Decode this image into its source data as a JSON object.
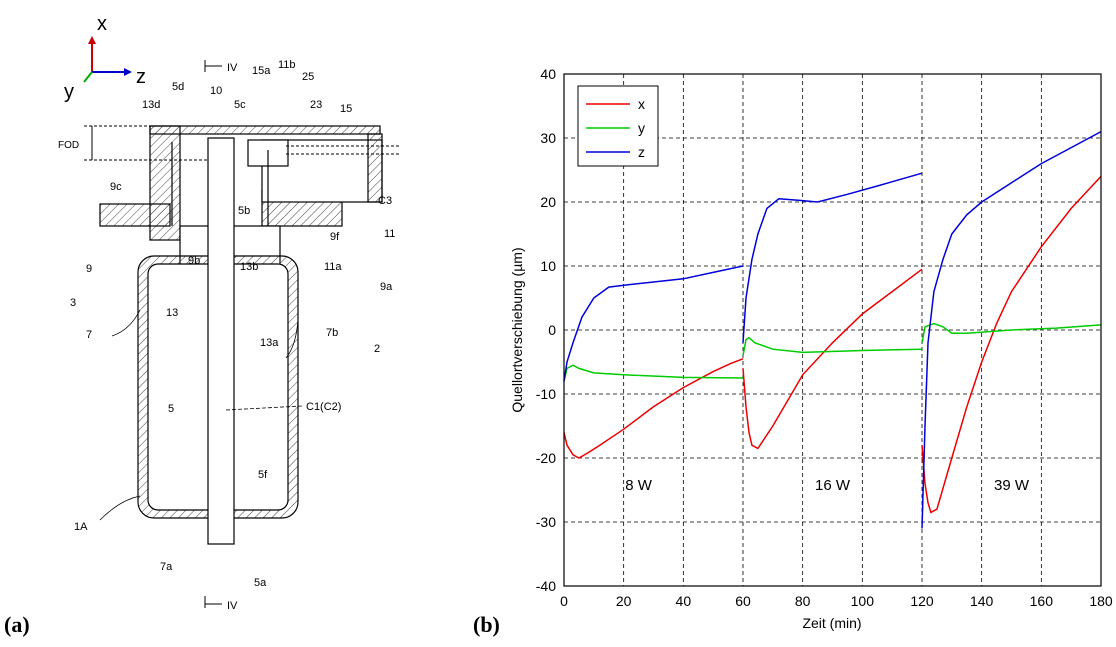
{
  "figure_a": {
    "panel_label": "(a)",
    "axes_labels": {
      "x": "x",
      "y": "y",
      "z": "z"
    },
    "section_marks": [
      "IV",
      "IV"
    ],
    "fod_label": "FOD",
    "part_labels": [
      "10",
      "5d",
      "15a",
      "11b",
      "25",
      "23",
      "15",
      "13d",
      "5c",
      "9c",
      "5b",
      "C3",
      "11",
      "9f",
      "9",
      "9b",
      "13b",
      "11a",
      "9a",
      "3",
      "7",
      "13",
      "13a",
      "7b",
      "2",
      "5",
      "C1(C2)",
      "5f",
      "1A",
      "7a",
      "5a"
    ]
  },
  "figure_b": {
    "panel_label": "(b)",
    "colors": {
      "x": "#ee0000",
      "y": "#00cc00",
      "z": "#0000dd"
    },
    "chart_data": {
      "type": "line",
      "xlabel": "Zeit (min)",
      "ylabel": "Quellortverschiebung (µm)",
      "xlim": [
        0,
        180
      ],
      "ylim": [
        -40,
        40
      ],
      "xticks": [
        0,
        20,
        40,
        60,
        80,
        100,
        120,
        140,
        160,
        180
      ],
      "yticks": [
        -40,
        -30,
        -20,
        -10,
        0,
        10,
        20,
        30,
        40
      ],
      "grid": true,
      "legend_position": "top-left",
      "annotations": [
        {
          "text": "8 W",
          "x": 25,
          "y": -25
        },
        {
          "text": "16 W",
          "x": 90,
          "y": -25
        },
        {
          "text": "39 W",
          "x": 150,
          "y": -25
        }
      ],
      "series": [
        {
          "name": "x",
          "segments": [
            [
              [
                0,
                -16
              ],
              [
                1,
                -18
              ],
              [
                3,
                -19.5
              ],
              [
                5,
                -20
              ],
              [
                8,
                -19.2
              ],
              [
                12,
                -18
              ],
              [
                20,
                -15.5
              ],
              [
                30,
                -12
              ],
              [
                40,
                -9
              ],
              [
                50,
                -6.5
              ],
              [
                56,
                -5.2
              ],
              [
                60,
                -4.5
              ]
            ],
            [
              [
                60,
                -6
              ],
              [
                61,
                -12
              ],
              [
                62,
                -16
              ],
              [
                63,
                -18
              ],
              [
                65,
                -18.5
              ],
              [
                70,
                -15
              ],
              [
                75,
                -11
              ],
              [
                80,
                -7
              ],
              [
                90,
                -2
              ],
              [
                100,
                2.5
              ],
              [
                110,
                6
              ],
              [
                120,
                9.5
              ]
            ],
            [
              [
                120,
                -18
              ],
              [
                121,
                -24
              ],
              [
                122,
                -27
              ],
              [
                123,
                -28.5
              ],
              [
                125,
                -28
              ],
              [
                130,
                -20
              ],
              [
                135,
                -12
              ],
              [
                140,
                -5
              ],
              [
                145,
                1
              ],
              [
                150,
                6
              ],
              [
                160,
                13
              ],
              [
                170,
                19
              ],
              [
                180,
                24
              ]
            ]
          ]
        },
        {
          "name": "y",
          "segments": [
            [
              [
                0,
                -8
              ],
              [
                1,
                -6
              ],
              [
                3,
                -5.5
              ],
              [
                5,
                -6
              ],
              [
                10,
                -6.7
              ],
              [
                20,
                -7
              ],
              [
                40,
                -7.4
              ],
              [
                60,
                -7.5
              ]
            ],
            [
              [
                60,
                -4
              ],
              [
                61,
                -1.5
              ],
              [
                62,
                -1.2
              ],
              [
                64,
                -2
              ],
              [
                70,
                -3
              ],
              [
                80,
                -3.5
              ],
              [
                100,
                -3.2
              ],
              [
                120,
                -3
              ]
            ],
            [
              [
                120,
                -2
              ],
              [
                121,
                0.5
              ],
              [
                124,
                1
              ],
              [
                127,
                0.5
              ],
              [
                130,
                -0.5
              ],
              [
                135,
                -0.5
              ],
              [
                150,
                0
              ],
              [
                165,
                0.3
              ],
              [
                180,
                0.8
              ]
            ]
          ]
        },
        {
          "name": "z",
          "segments": [
            [
              [
                0,
                -8
              ],
              [
                1,
                -5
              ],
              [
                3,
                -2
              ],
              [
                6,
                2
              ],
              [
                10,
                5
              ],
              [
                15,
                6.7
              ],
              [
                20,
                7
              ],
              [
                30,
                7.5
              ],
              [
                40,
                8
              ],
              [
                50,
                9
              ],
              [
                60,
                10
              ]
            ],
            [
              [
                60,
                -2
              ],
              [
                61,
                5
              ],
              [
                63,
                11
              ],
              [
                65,
                15
              ],
              [
                68,
                19
              ],
              [
                72,
                20.5
              ],
              [
                78,
                20.3
              ],
              [
                85,
                20
              ],
              [
                95,
                21.2
              ],
              [
                105,
                22.5
              ],
              [
                120,
                24.5
              ]
            ],
            [
              [
                120,
                -31
              ],
              [
                121,
                -15
              ],
              [
                122,
                -2
              ],
              [
                124,
                6
              ],
              [
                127,
                11
              ],
              [
                130,
                15
              ],
              [
                135,
                18
              ],
              [
                140,
                20
              ],
              [
                150,
                23
              ],
              [
                160,
                26
              ],
              [
                170,
                28.5
              ],
              [
                180,
                31
              ]
            ]
          ]
        }
      ]
    }
  }
}
